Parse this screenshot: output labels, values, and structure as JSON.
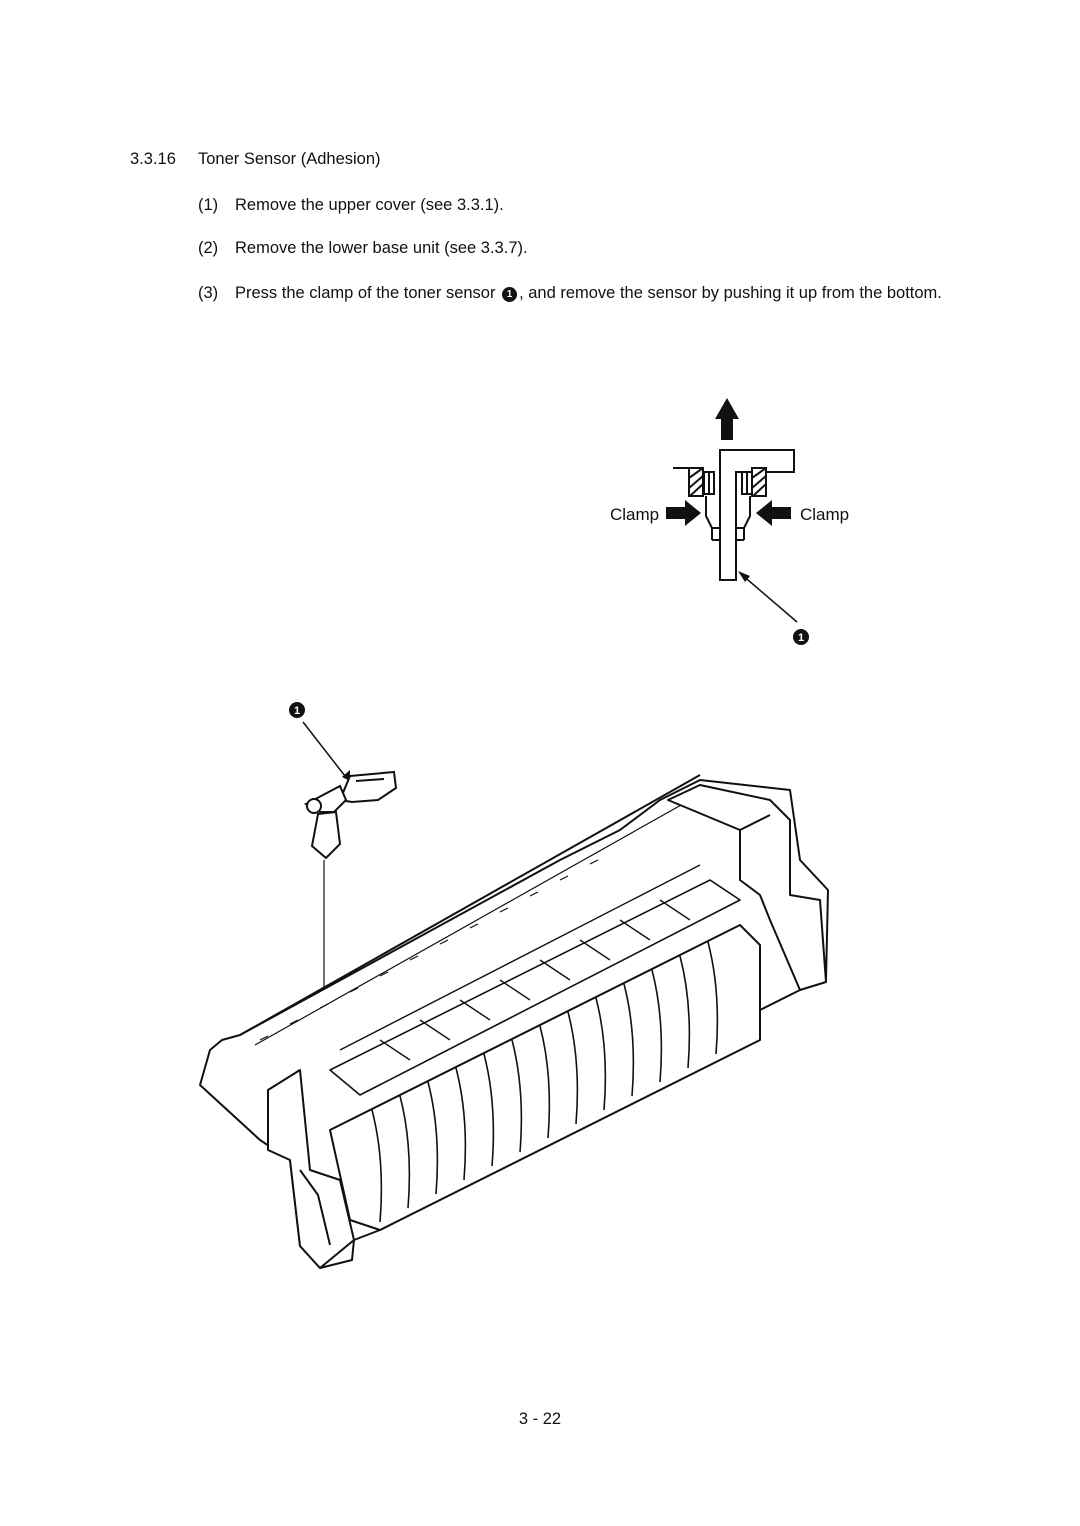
{
  "section": {
    "number": "3.3.16",
    "title": "Toner Sensor (Adhesion)"
  },
  "steps": [
    {
      "num": "(1)",
      "text": "Remove the upper cover (see 3.3.1)."
    },
    {
      "num": "(2)",
      "text": "Remove the lower base unit (see 3.3.7)."
    },
    {
      "num": "(3)",
      "text_before": "Press the clamp of the toner sensor",
      "text_after": ", and remove the sensor by pushing it up from the bottom."
    }
  ],
  "figure": {
    "clamp_left": "Clamp",
    "clamp_right": "Clamp",
    "callout": "1"
  },
  "footer": {
    "page": "3 - 22"
  }
}
